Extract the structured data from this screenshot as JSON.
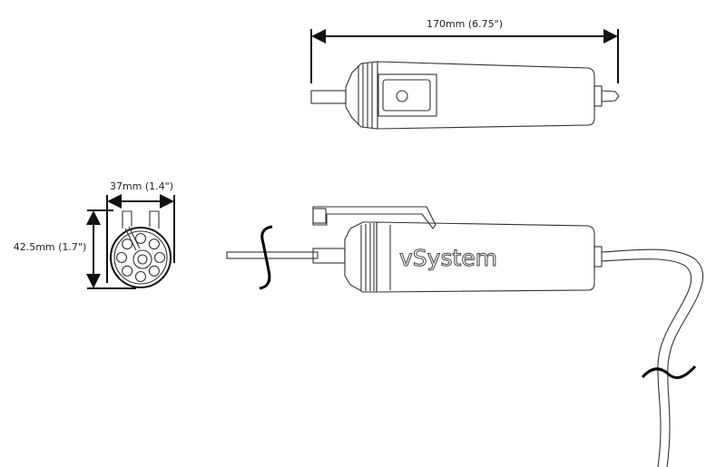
{
  "dimensions": {
    "length": "170mm (6.75\")",
    "width": "37mm (1.4\")",
    "height": "42.5mm (1.7\")"
  },
  "brand_label": "vSystem"
}
